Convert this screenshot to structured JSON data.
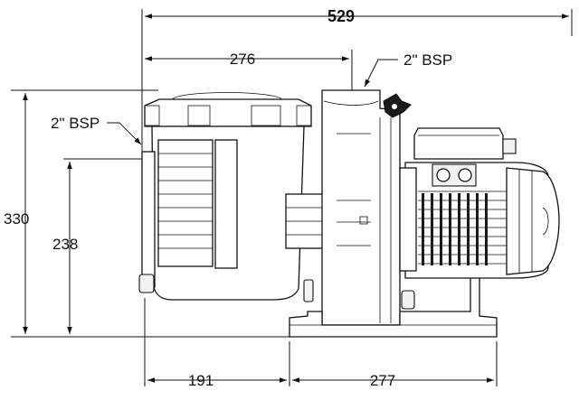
{
  "dimensions": {
    "overall_length": "529",
    "inlet_to_outlet": "276",
    "outlet_label": "2\" BSP",
    "inlet_label": "2\" BSP",
    "overall_height": "330",
    "inlet_height": "238",
    "front_to_foot": "191",
    "foot_to_rear": "277"
  }
}
